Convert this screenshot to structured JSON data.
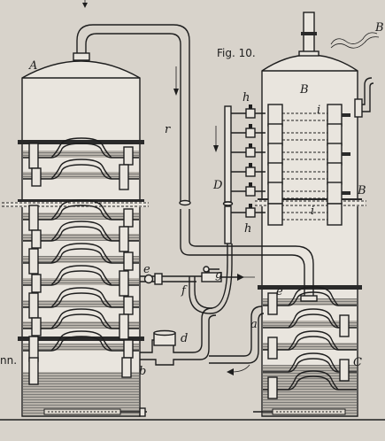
{
  "figure": {
    "caption": "Fig. 10."
  },
  "labels": {
    "A": "A",
    "B_top": "B",
    "B_side": "B",
    "B_corner": "B",
    "C": "C",
    "D": "D",
    "r": "r",
    "h_top": "h",
    "h_bottom": "h",
    "i_top": "i",
    "i_bottom": "i",
    "e_left": "e",
    "e_right": "e",
    "f": "f",
    "g": "g",
    "d": "d",
    "a": "a",
    "b": "b",
    "margin_text": "nn."
  }
}
